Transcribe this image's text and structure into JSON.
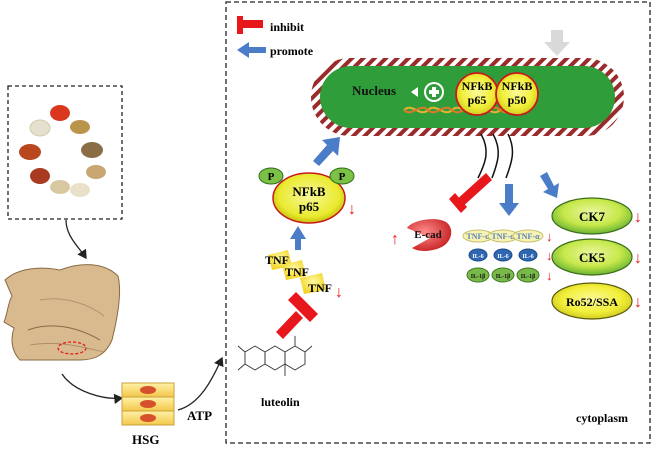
{
  "legend": {
    "inhibit_label": "inhibit",
    "promote_label": "promote",
    "inhibit_color": "#e8171c",
    "promote_color": "#4a7cc8"
  },
  "nucleus": {
    "label": "Nucleus",
    "nfkb_p65": {
      "line1": "NFkB",
      "line2": "p65"
    },
    "nfkb_p50": {
      "line1": "NFkB",
      "line2": "p50"
    }
  },
  "cytoplasm_nfkb": {
    "line1": "NFkB",
    "line2": "p65",
    "phospho": "P"
  },
  "tnf_cluster": [
    "TNF",
    "TNF",
    "TNF"
  ],
  "luteolin_label": "luteolin",
  "hsg_label": "HSG",
  "atp_label": "ATP",
  "cytoplasm_label": "cytoplasm",
  "ecad_label": "E-cad",
  "cytokines": {
    "tnf_alpha": [
      "TNF-α",
      "TNF-α",
      "TNF-α"
    ],
    "il6": [
      "IL-6",
      "IL-6",
      "IL-6"
    ],
    "il1b": [
      "IL-1β",
      "IL-1β",
      "IL-1β"
    ]
  },
  "markers": [
    "CK7",
    "CK5",
    "Ro52/SSA"
  ],
  "colors": {
    "nucleus_green": "#2f9e3a",
    "stripe_red": "#9b2a2a",
    "ellipse_yellow": "#f2ef3a",
    "ecad_red": "#d43030"
  }
}
